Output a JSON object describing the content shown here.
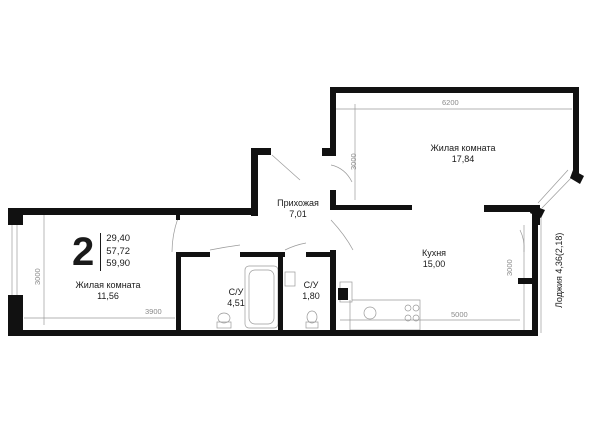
{
  "plan": {
    "rooms_count": "2",
    "areas": [
      "29,40",
      "57,72",
      "59,90"
    ],
    "rooms": {
      "living_large": {
        "name": "Жилая комната",
        "area": "17,84"
      },
      "hall": {
        "name": "Прихожая",
        "area": "7,01"
      },
      "kitchen": {
        "name": "Кухня",
        "area": "15,00"
      },
      "living_small": {
        "name": "Жилая комната",
        "area": "11,56"
      },
      "bath_1": {
        "name": "С/У",
        "area": "4,51"
      },
      "bath_2": {
        "name": "С/У",
        "area": "1,80"
      },
      "loggia": {
        "label": "Лоджия 4,36(2,18)"
      }
    },
    "dimensions": {
      "d6200": "6200",
      "d3000_top": "3000",
      "d3000_left": "3000",
      "d3000_right": "3000",
      "d3900": "3900",
      "d5000": "5000"
    },
    "wall_color": "#111111",
    "line_color": "#9a9a9a"
  }
}
